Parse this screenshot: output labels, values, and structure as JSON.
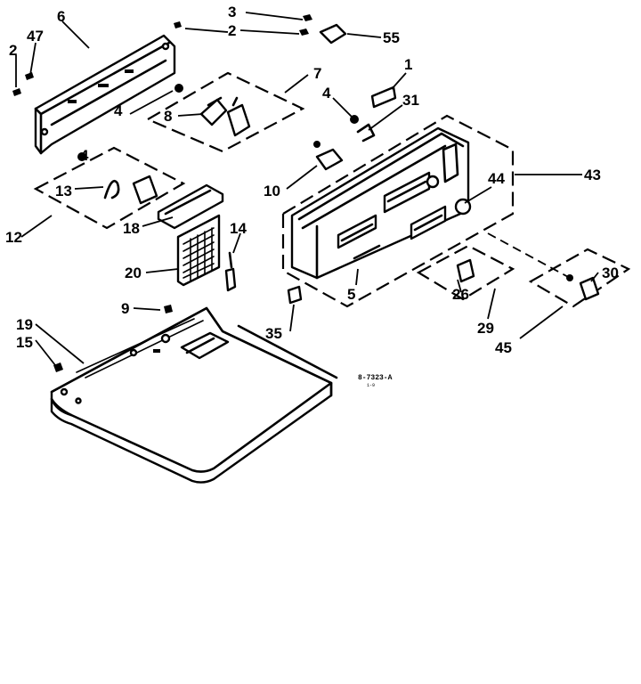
{
  "drawing_code": "8-7323-A",
  "drawing_code_sub": "1-9",
  "callouts": {
    "c1": "1",
    "c2a": "2",
    "c2b": "2",
    "c3": "3",
    "c4a": "4",
    "c4b": "4",
    "c4c": "4",
    "c5": "5",
    "c6": "6",
    "c7": "7",
    "c8": "8",
    "c9": "9",
    "c10": "10",
    "c12": "12",
    "c13": "13",
    "c14": "14",
    "c15": "15",
    "c18": "18",
    "c19": "19",
    "c20": "20",
    "c26": "26",
    "c29": "29",
    "c30": "30",
    "c31": "31",
    "c35": "35",
    "c43": "43",
    "c44": "44",
    "c45": "45",
    "c47": "47",
    "c55": "55"
  }
}
